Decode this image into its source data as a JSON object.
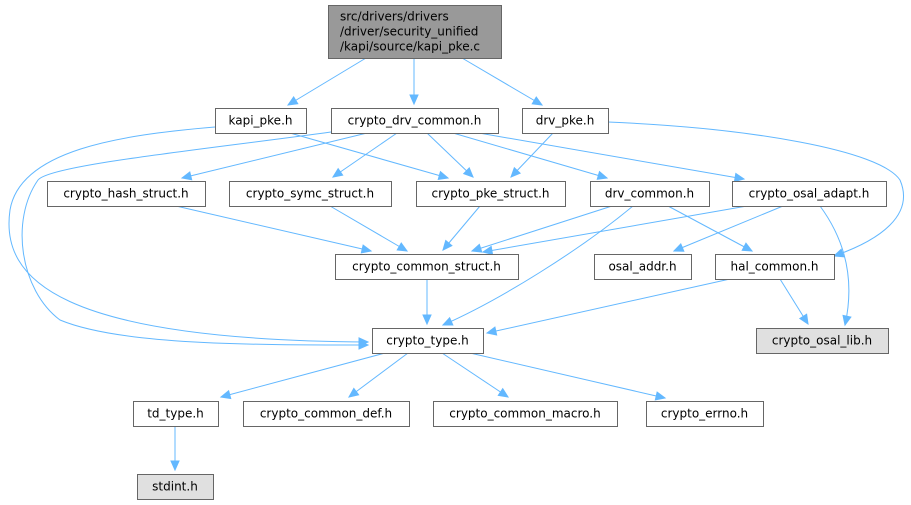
{
  "diagram": {
    "type": "include-dependency-graph",
    "colors": {
      "root_fill": "#999999",
      "node_fill": "#ffffff",
      "external_fill": "#e0e0e0",
      "node_border": "#666666",
      "edge": "#63b8ff"
    },
    "nodes": [
      {
        "id": "root",
        "label_lines": [
          "src/drivers/drivers",
          "/driver/security_unified",
          "/kapi/source/kapi_pke.c"
        ],
        "kind": "root"
      },
      {
        "id": "kapi_pke_h",
        "label_lines": [
          "kapi_pke.h"
        ],
        "kind": "normal"
      },
      {
        "id": "crypto_drv_common_h",
        "label_lines": [
          "crypto_drv_common.h"
        ],
        "kind": "normal"
      },
      {
        "id": "drv_pke_h",
        "label_lines": [
          "drv_pke.h"
        ],
        "kind": "normal"
      },
      {
        "id": "crypto_hash_struct_h",
        "label_lines": [
          "crypto_hash_struct.h"
        ],
        "kind": "normal"
      },
      {
        "id": "crypto_symc_struct_h",
        "label_lines": [
          "crypto_symc_struct.h"
        ],
        "kind": "normal"
      },
      {
        "id": "crypto_pke_struct_h",
        "label_lines": [
          "crypto_pke_struct.h"
        ],
        "kind": "normal"
      },
      {
        "id": "drv_common_h",
        "label_lines": [
          "drv_common.h"
        ],
        "kind": "normal"
      },
      {
        "id": "crypto_osal_adapt_h",
        "label_lines": [
          "crypto_osal_adapt.h"
        ],
        "kind": "normal"
      },
      {
        "id": "crypto_common_struct_h",
        "label_lines": [
          "crypto_common_struct.h"
        ],
        "kind": "normal"
      },
      {
        "id": "osal_addr_h",
        "label_lines": [
          "osal_addr.h"
        ],
        "kind": "normal"
      },
      {
        "id": "hal_common_h",
        "label_lines": [
          "hal_common.h"
        ],
        "kind": "normal"
      },
      {
        "id": "crypto_type_h",
        "label_lines": [
          "crypto_type.h"
        ],
        "kind": "normal"
      },
      {
        "id": "crypto_osal_lib_h",
        "label_lines": [
          "crypto_osal_lib.h"
        ],
        "kind": "external"
      },
      {
        "id": "td_type_h",
        "label_lines": [
          "td_type.h"
        ],
        "kind": "normal"
      },
      {
        "id": "crypto_common_def_h",
        "label_lines": [
          "crypto_common_def.h"
        ],
        "kind": "normal"
      },
      {
        "id": "crypto_common_macro_h",
        "label_lines": [
          "crypto_common_macro.h"
        ],
        "kind": "normal"
      },
      {
        "id": "crypto_errno_h",
        "label_lines": [
          "crypto_errno.h"
        ],
        "kind": "normal"
      },
      {
        "id": "stdint_h",
        "label_lines": [
          "stdint.h"
        ],
        "kind": "external"
      }
    ],
    "edges": [
      {
        "from": "root",
        "to": "kapi_pke_h"
      },
      {
        "from": "root",
        "to": "crypto_drv_common_h"
      },
      {
        "from": "root",
        "to": "drv_pke_h"
      },
      {
        "from": "kapi_pke_h",
        "to": "crypto_pke_struct_h"
      },
      {
        "from": "kapi_pke_h",
        "to": "crypto_type_h"
      },
      {
        "from": "crypto_drv_common_h",
        "to": "crypto_hash_struct_h"
      },
      {
        "from": "crypto_drv_common_h",
        "to": "crypto_symc_struct_h"
      },
      {
        "from": "crypto_drv_common_h",
        "to": "crypto_pke_struct_h"
      },
      {
        "from": "crypto_drv_common_h",
        "to": "drv_common_h"
      },
      {
        "from": "crypto_drv_common_h",
        "to": "crypto_osal_adapt_h"
      },
      {
        "from": "crypto_drv_common_h",
        "to": "crypto_type_h"
      },
      {
        "from": "drv_pke_h",
        "to": "crypto_pke_struct_h"
      },
      {
        "from": "drv_pke_h",
        "to": "hal_common_h"
      },
      {
        "from": "crypto_hash_struct_h",
        "to": "crypto_common_struct_h"
      },
      {
        "from": "crypto_symc_struct_h",
        "to": "crypto_common_struct_h"
      },
      {
        "from": "crypto_pke_struct_h",
        "to": "crypto_common_struct_h"
      },
      {
        "from": "drv_common_h",
        "to": "crypto_common_struct_h"
      },
      {
        "from": "drv_common_h",
        "to": "crypto_type_h"
      },
      {
        "from": "drv_common_h",
        "to": "hal_common_h"
      },
      {
        "from": "crypto_osal_adapt_h",
        "to": "crypto_common_struct_h"
      },
      {
        "from": "crypto_osal_adapt_h",
        "to": "osal_addr_h"
      },
      {
        "from": "crypto_osal_adapt_h",
        "to": "crypto_osal_lib_h"
      },
      {
        "from": "crypto_common_struct_h",
        "to": "crypto_type_h"
      },
      {
        "from": "hal_common_h",
        "to": "crypto_type_h"
      },
      {
        "from": "hal_common_h",
        "to": "crypto_osal_lib_h"
      },
      {
        "from": "crypto_type_h",
        "to": "td_type_h"
      },
      {
        "from": "crypto_type_h",
        "to": "crypto_common_def_h"
      },
      {
        "from": "crypto_type_h",
        "to": "crypto_common_macro_h"
      },
      {
        "from": "crypto_type_h",
        "to": "crypto_errno_h"
      },
      {
        "from": "td_type_h",
        "to": "stdint_h"
      }
    ]
  }
}
